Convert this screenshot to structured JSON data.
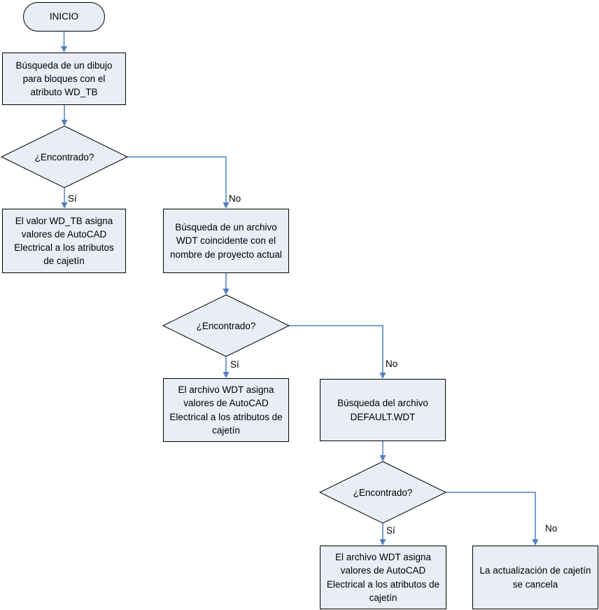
{
  "flowchart": {
    "nodes": {
      "start": "INICIO",
      "search_drawing": "Búsqueda de un dibujo para bloques con el atributo WD_TB",
      "decision1": "¿Encontrado?",
      "wdtb_assigns": "El valor WD_TB asigna valores de AutoCAD Electrical a los atributos de cajetín",
      "search_wdt_project": "Búsqueda de un archivo WDT coincidente con el nombre de proyecto actual",
      "decision2": "¿Encontrado?",
      "wdt_assigns_1": "El archivo WDT asigna valores de AutoCAD Electrical a los atributos de cajetín",
      "search_default_wdt": "Búsqueda del archivo DEFAULT.WDT",
      "decision3": "¿Encontrado?",
      "wdt_assigns_2": "El archivo WDT asigna valores de AutoCAD Electrical a los atributos de cajetín",
      "cancel": "La actualización de cajetín se cancela"
    },
    "edge_labels": {
      "d1_yes": "Sí",
      "d1_no": "No",
      "d2_yes": "Sí",
      "d2_no": "No",
      "d3_yes": "Sí",
      "d3_no": "No"
    },
    "colors": {
      "node_fill": "#e8edf6",
      "node_border": "#000000",
      "connector": "#4f81bd",
      "text": "#000000",
      "background": "#ffffff"
    }
  }
}
